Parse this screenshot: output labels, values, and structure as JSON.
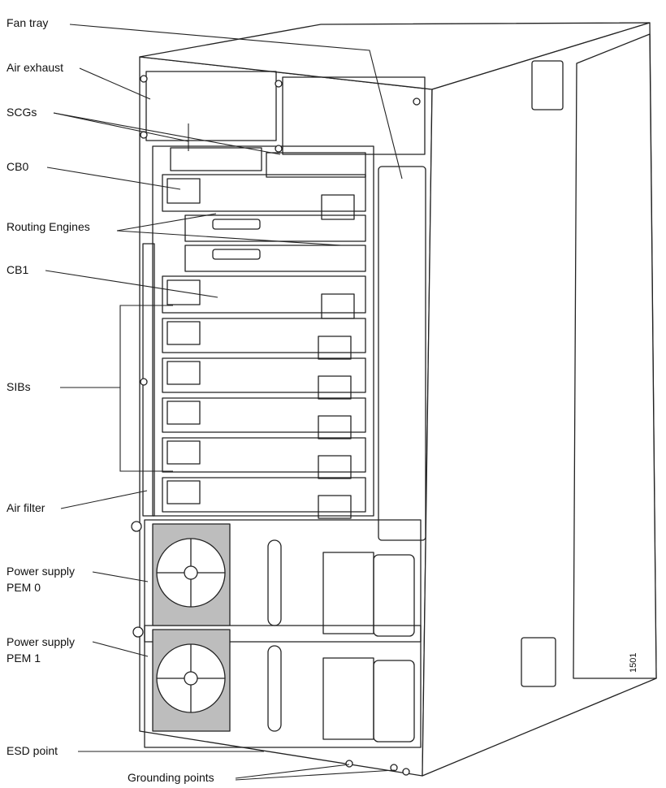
{
  "labels": {
    "fan_tray": "Fan tray",
    "air_exhaust": "Air exhaust",
    "scgs": "SCGs",
    "cb0": "CB0",
    "routing_engines": "Routing Engines",
    "cb1": "CB1",
    "sibs": "SIBs",
    "air_filter": "Air filter",
    "psu0_line1": "Power supply",
    "psu0_line2": "PEM 0",
    "psu1_line1": "Power supply",
    "psu1_line2": "PEM 1",
    "esd_point": "ESD point",
    "grounding_points": "Grounding points"
  },
  "figure_number": "1501",
  "colors": {
    "line": "#222222",
    "fan": "#bdbdbd",
    "panel": "#ffffff"
  }
}
